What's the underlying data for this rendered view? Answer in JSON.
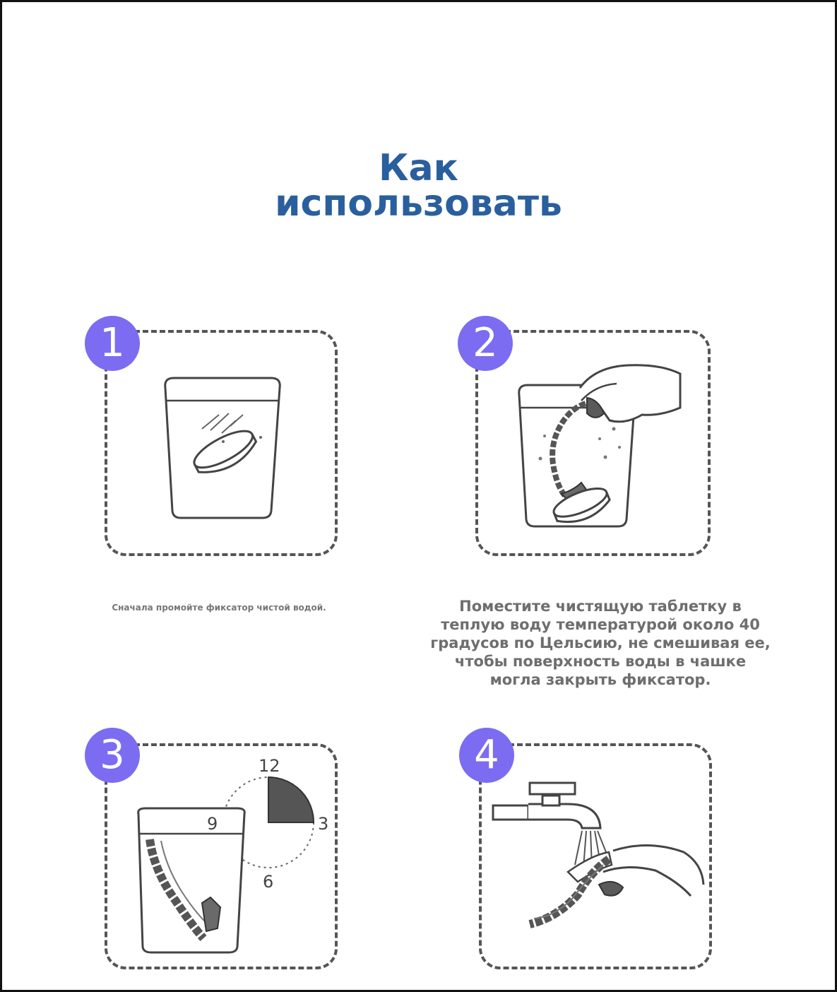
{
  "header": {
    "title_line1": "Как",
    "title_line2": "использовать"
  },
  "steps": [
    {
      "number": "1",
      "caption": "Сначала промойте фиксатор чистой водой."
    },
    {
      "number": "2",
      "caption": "Поместите чистящую таблетку в\nтеплую воду температурой около 40\nградусов по Цельсию, не смешивая ее,\nчтобы поверхность воды в чашке\nмогла закрыть фиксатор."
    },
    {
      "number": "3",
      "caption": ""
    },
    {
      "number": "4",
      "caption": ""
    }
  ],
  "clock": {
    "n12": "12",
    "n3": "3",
    "n6": "6",
    "n9": "9"
  },
  "colors": {
    "title": "#2a5f9e",
    "badge": "#7b6cf2",
    "border": "#555555",
    "caption": "#6e6e6e"
  }
}
